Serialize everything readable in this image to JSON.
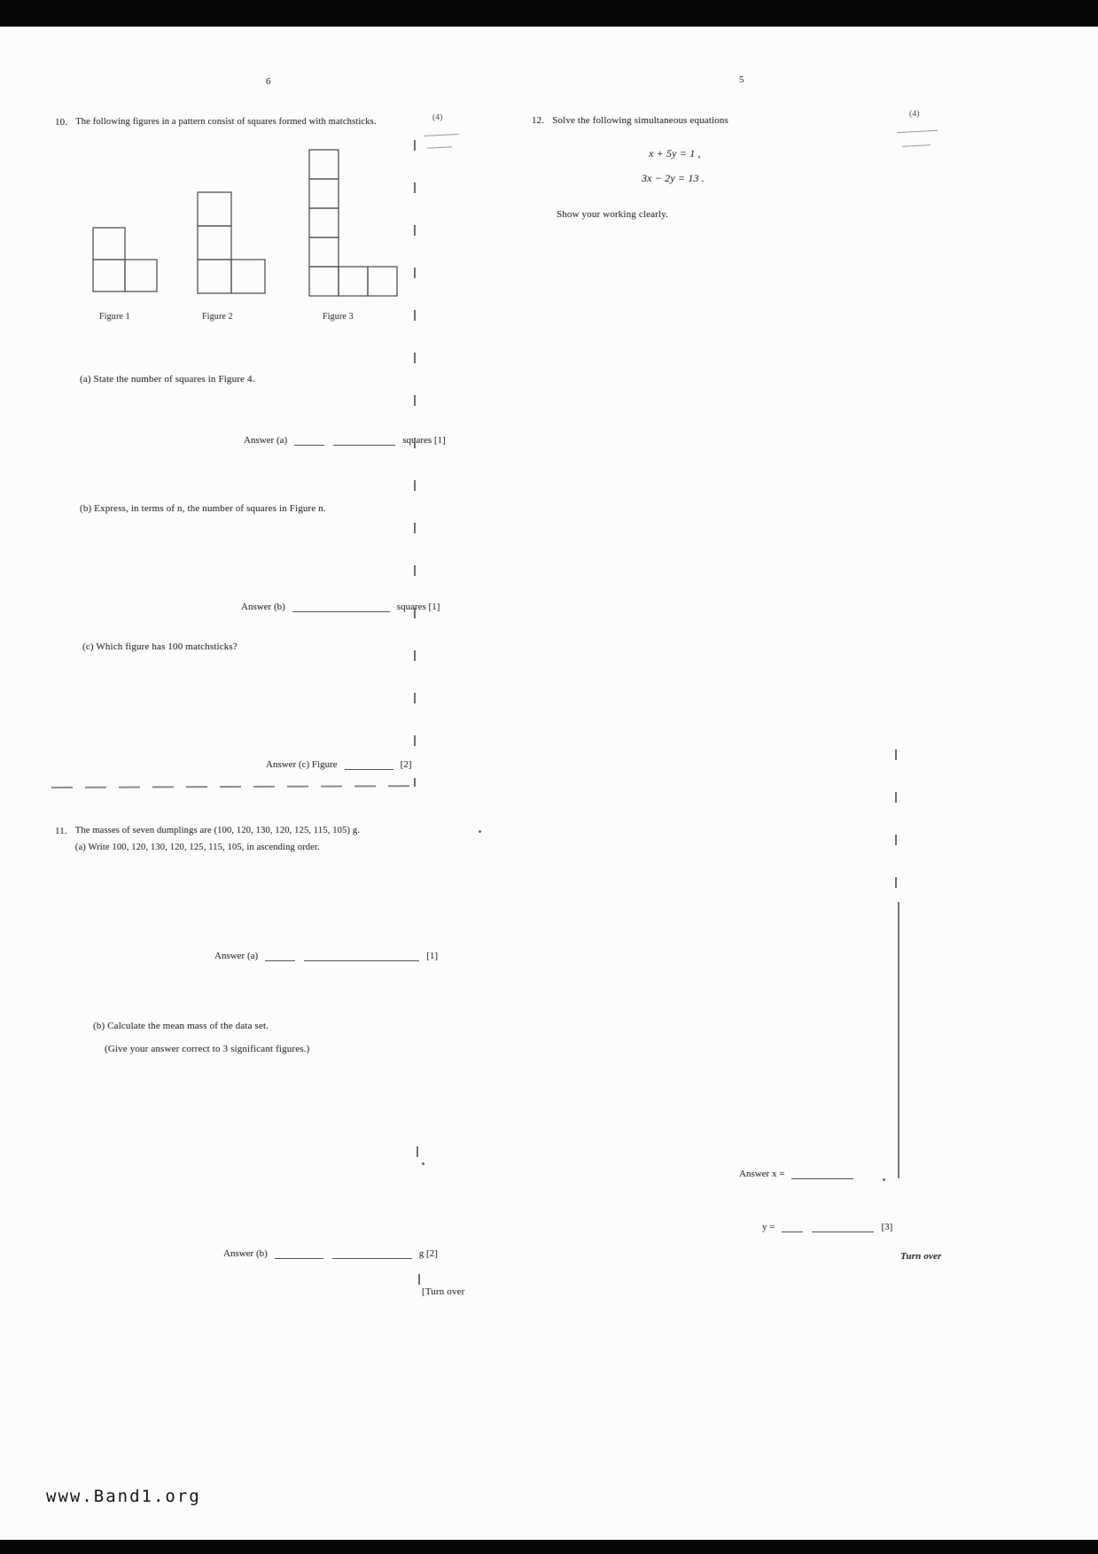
{
  "scan": {
    "left_page_number": "6",
    "right_page_number": "5",
    "watermark": "www.Band1.org",
    "turn_over_left": "[Turn over",
    "turn_over_right": "Turn over"
  },
  "q10": {
    "num": "10.",
    "prompt": "The following figures in a pattern consist of squares formed with matchsticks.",
    "margin_note": "(4)",
    "fig_labels": [
      "Figure 1",
      "Figure 2",
      "Figure 3"
    ],
    "a_text": "(a) State the number of squares in Figure 4.",
    "a_answer_prefix": "Answer (a)",
    "a_answer_suffix": "squares [1]",
    "b_text": "(b) Express, in terms of n, the number of squares in Figure n.",
    "b_answer_prefix": "Answer (b)",
    "b_answer_suffix": "squares [1]",
    "c_text": "(c) Which figure has 100 matchsticks?",
    "c_answer_prefix": "Answer (c) Figure",
    "c_answer_suffix": "[2]"
  },
  "q11": {
    "num": "11.",
    "line1": "The masses of seven dumplings are (100, 120, 130, 120, 125, 115, 105) g.",
    "line2": "(a) Write 100, 120, 130, 120, 125, 115, 105, in ascending order.",
    "a_answer_prefix": "Answer (a)",
    "a_answer_suffix": "[1]",
    "b_line1": "(b) Calculate the mean mass of the data set.",
    "b_line2": "(Give your answer correct to 3 significant figures.)",
    "b_answer_prefix": "Answer (b)",
    "b_answer_suffix": "g [2]"
  },
  "q12": {
    "num": "12.",
    "prompt": "Solve the following simultaneous equations",
    "margin_note": "(4)",
    "eq1": "x + 5y = 1 ,",
    "eq2": "3x − 2y = 13 .",
    "note": "Show your working clearly.",
    "answer_x_prefix": "Answer x =",
    "answer_y_prefix": "y =",
    "answer_y_suffix": "[3]"
  }
}
